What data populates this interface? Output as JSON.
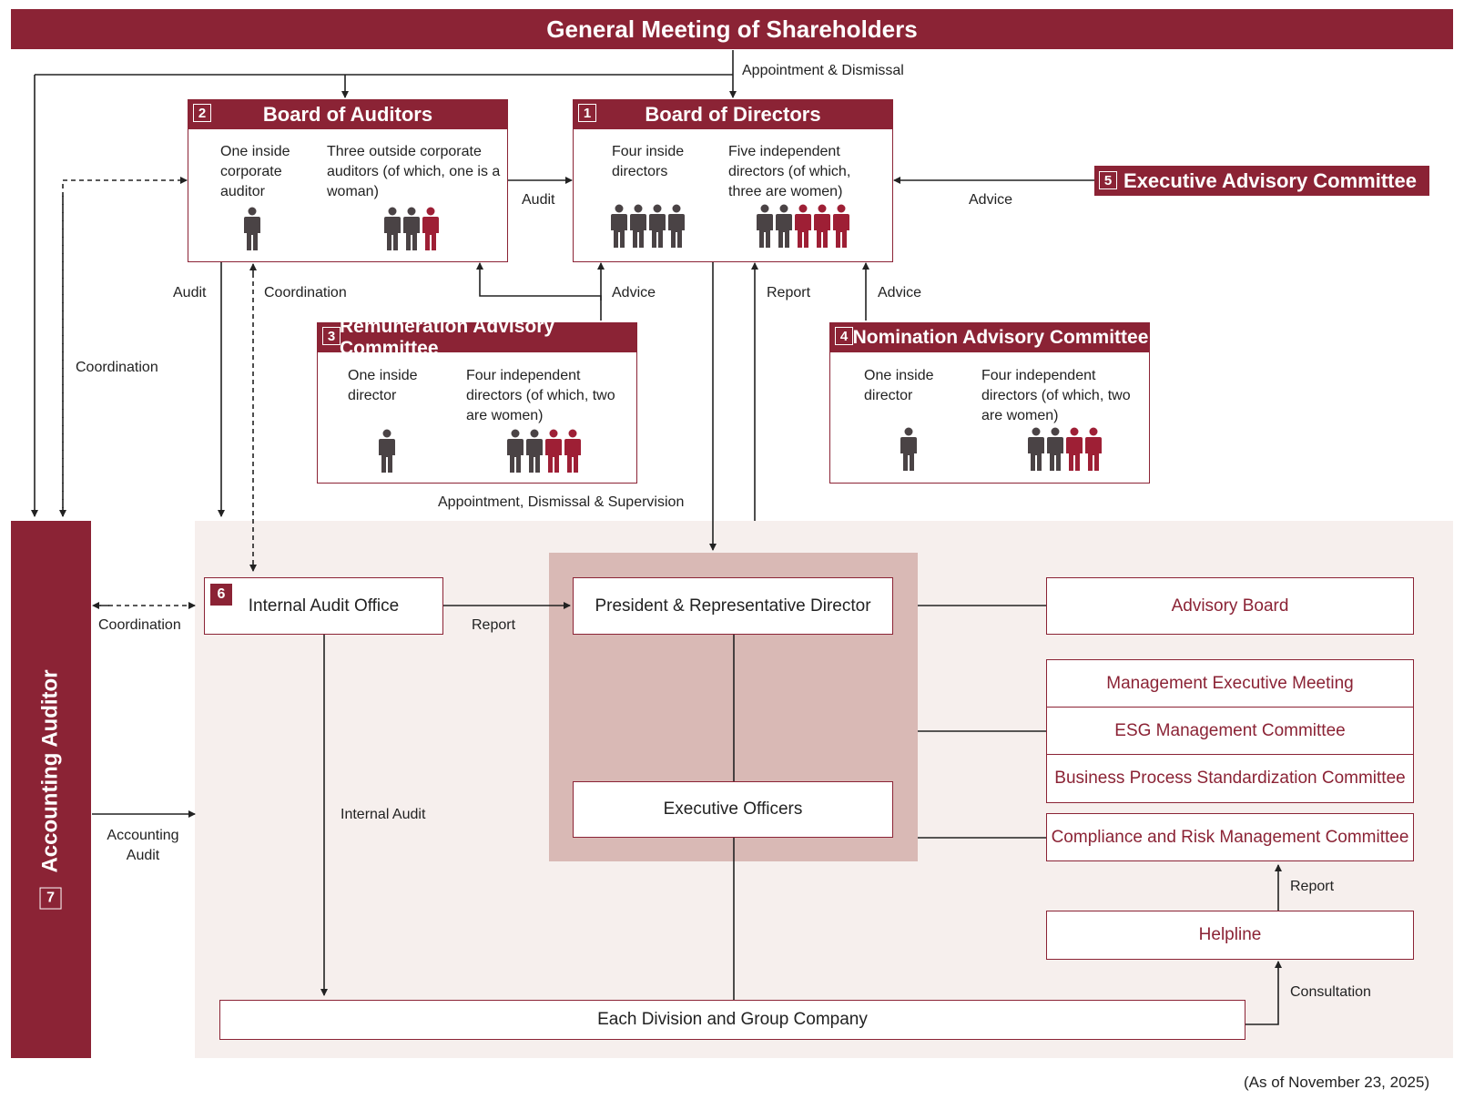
{
  "title": "General Meeting of Shareholders",
  "board_of_auditors": {
    "num": "2",
    "title": "Board of Auditors",
    "inside": "One inside corporate auditor",
    "outside": "Three outside corporate auditors (of which, one is a woman)"
  },
  "board_of_directors": {
    "num": "1",
    "title": "Board of Directors",
    "inside": "Four inside directors",
    "outside": "Five independent directors (of which, three are women)"
  },
  "remuneration_committee": {
    "num": "3",
    "title": "Remuneration Advisory Committee",
    "inside": "One inside director",
    "outside": "Four independent directors (of which, two are women)"
  },
  "nomination_committee": {
    "num": "4",
    "title": "Nomination Advisory Committee",
    "inside": "One inside director",
    "outside": "Four independent directors (of which, two are women)"
  },
  "executive_committee": {
    "num": "5",
    "title": "Executive Advisory Committee"
  },
  "internal_audit_office": {
    "num": "6",
    "title": "Internal Audit Office"
  },
  "accounting_auditor": {
    "num": "7",
    "title": "Accounting Auditor"
  },
  "president": "President & Representative Director",
  "executive_officers": "Executive Officers",
  "each_division": "Each Division and Group Company",
  "committees": {
    "advisory_board": "Advisory Board",
    "management_meeting": "Management Executive Meeting",
    "esg": "ESG Management Committee",
    "bps": "Business Process Standardization Committee",
    "compliance": "Compliance and Risk Management Committee",
    "helpline": "Helpline"
  },
  "labels": {
    "appointment_dismissal": "Appointment & Dismissal",
    "audit": "Audit",
    "advice": "Advice",
    "coordination": "Coordination",
    "report": "Report",
    "appointment_supervision": "Appointment, Dismissal & Supervision",
    "internal_audit": "Internal Audit",
    "accounting_audit_1": "Accounting",
    "accounting_audit_2": "Audit",
    "consultation": "Consultation"
  },
  "date_note": "(As of November 23, 2025)",
  "colors": {
    "accent": "#8b2335",
    "man": "#4a4345",
    "woman": "#9e1f35",
    "bg_zone": "#f6efed",
    "exec_zone": "#d9b9b5"
  },
  "people": {
    "auditors_inside": {
      "men": 1,
      "women": 0
    },
    "auditors_outside": {
      "men": 2,
      "women": 1
    },
    "directors_inside": {
      "men": 4,
      "women": 0
    },
    "directors_outside": {
      "men": 2,
      "women": 3
    },
    "remuneration_inside": {
      "men": 1,
      "women": 0
    },
    "remuneration_outside": {
      "men": 2,
      "women": 2
    },
    "nomination_inside": {
      "men": 1,
      "women": 0
    },
    "nomination_outside": {
      "men": 2,
      "women": 2
    }
  }
}
